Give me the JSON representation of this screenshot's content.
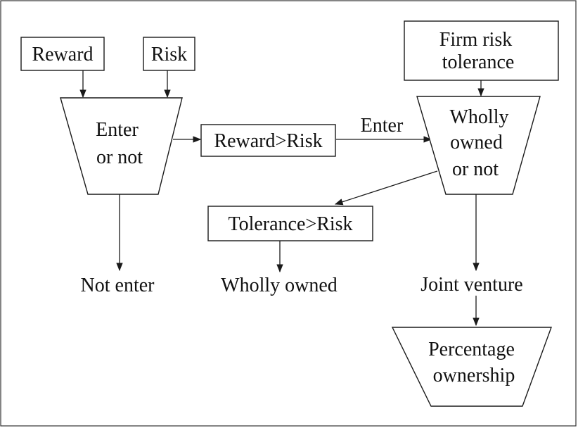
{
  "diagram": {
    "nodes": {
      "reward": "Reward",
      "risk": "Risk",
      "firm_risk_tolerance": [
        "Firm risk",
        "tolerance"
      ],
      "enter_or_not": [
        "Enter",
        "or not"
      ],
      "reward_gt_risk": "Reward>Risk",
      "enter_label": "Enter",
      "wholly_owned_or_not": [
        "Wholly",
        "owned",
        "or not"
      ],
      "tolerance_gt_risk": "Tolerance>Risk",
      "not_enter": "Not enter",
      "wholly_owned": "Wholly owned",
      "joint_venture": "Joint venture",
      "percentage_ownership": [
        "Percentage",
        "ownership"
      ]
    }
  }
}
